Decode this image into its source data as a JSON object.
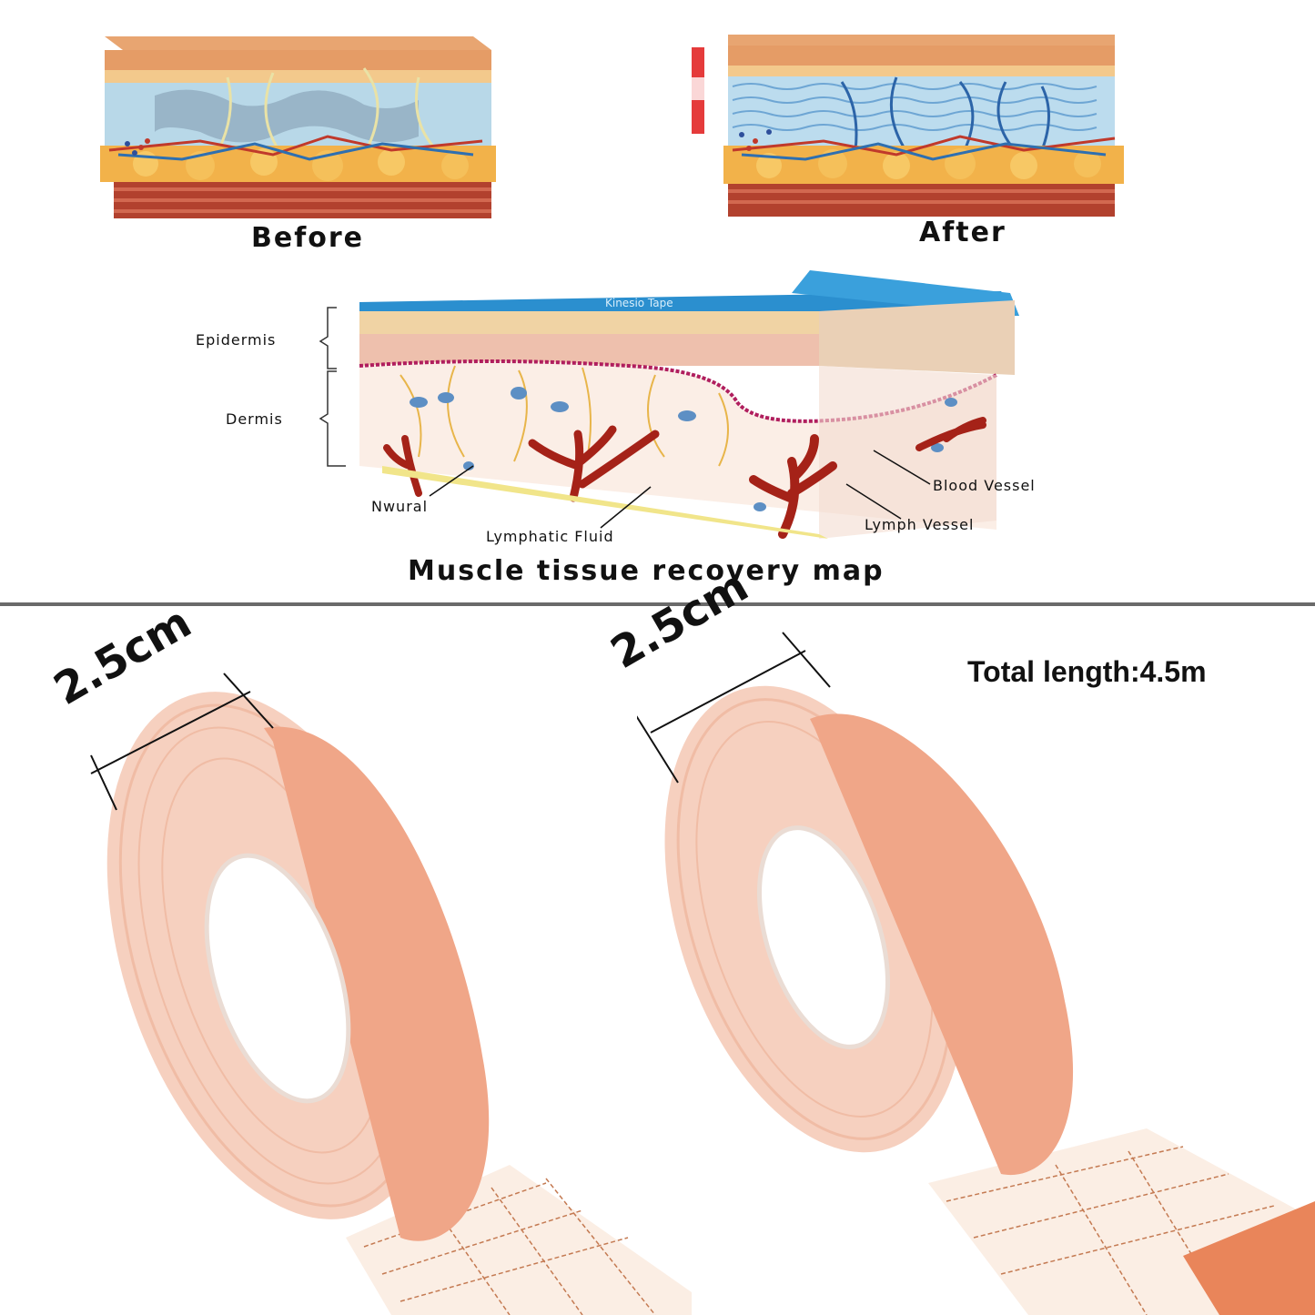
{
  "top": {
    "before_label": "Before",
    "after_label": "After"
  },
  "diagram": {
    "tape_label": "Kinesio Tape",
    "labels": {
      "epidermis": "Epidermis",
      "dermis": "Dermis",
      "nwural": "Nwural",
      "lymphatic_fluid": "Lymphatic Fluid",
      "blood_vessel": "Blood Vessel",
      "lymph_vessel": "Lymph Vessel"
    },
    "title": "Muscle tissue recovery map"
  },
  "product": {
    "width_left": "2.5cm",
    "width_right": "2.5cm",
    "total_length": "Total length:4.5m"
  },
  "colors": {
    "tape": "#f0a688",
    "tape_edge": "#f6d2c2",
    "muscle": "#b2412e",
    "fat": "#f3b544",
    "skin": "#e9a36f",
    "lymph_blue": "#b9d9ea",
    "divider": "#6a6a6a"
  }
}
